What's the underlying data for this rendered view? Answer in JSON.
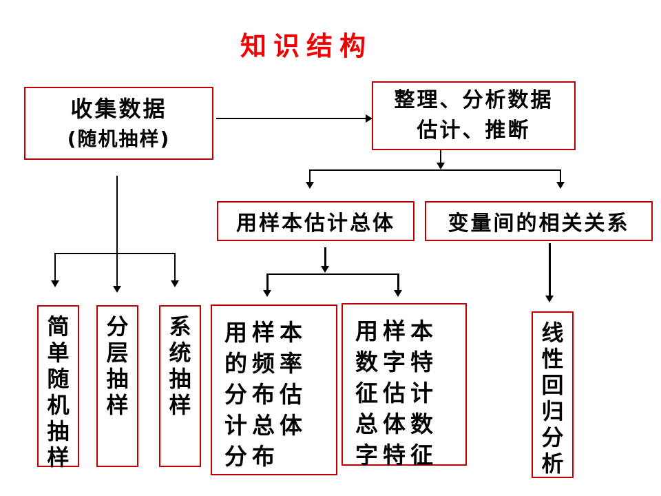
{
  "title": "知识结构",
  "colors": {
    "title_text": "#ee0000",
    "box_border": "#c00000",
    "box_text": "#000000",
    "connector": "#000000",
    "background": "#ffffff"
  },
  "nodes": {
    "collect": {
      "line1": "收集数据",
      "line2": "(随机抽样)"
    },
    "organize": {
      "line1": "整理、分析数据",
      "line2": "估计、推断"
    },
    "sample_estimate": {
      "label": "用样本估计总体"
    },
    "correlation": {
      "label": "变量间的相关关系"
    },
    "simple_random": {
      "label": "简单随机抽样"
    },
    "stratified": {
      "label": "分层抽样"
    },
    "systematic": {
      "label": "系统抽样"
    },
    "freq_dist": {
      "lines": [
        "用样本",
        "的频率",
        "分布估",
        "计总体",
        "分布"
      ]
    },
    "numeric_features": {
      "lines": [
        "用样本",
        "数字特",
        "征估计",
        "总体数",
        "字特征"
      ]
    },
    "linear_regression": {
      "label": "线性回归分析"
    }
  }
}
